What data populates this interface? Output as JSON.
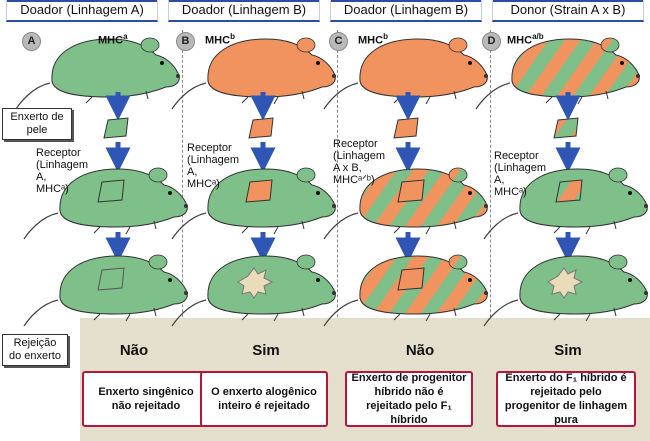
{
  "columns": [
    {
      "letter": "A",
      "header": "Doador (Linhagem A)",
      "mhc_base": "MHC",
      "mhc_sup": "a",
      "receptor": "Receptor\n(Linhagem\nA,\nMHCᵃ)",
      "answer": "Não",
      "outcome": "Enxerto singênico não rejeitado"
    },
    {
      "letter": "B",
      "header": "Doador (Linhagem B)",
      "mhc_base": "MHC",
      "mhc_sup": "b",
      "receptor": "Receptor\n(Linhagem\nA,\nMHCᵃ)",
      "answer": "Sim",
      "outcome": "O enxerto alogênico inteiro é rejeitado"
    },
    {
      "letter": "C",
      "header": "Doador (Linhagem B)",
      "mhc_base": "MHC",
      "mhc_sup": "b",
      "receptor": "Receptor\n(Linhagem\nA x B,\nMHCᵃᐟᵇ)",
      "answer": "Não",
      "outcome": "Enxerto de progenitor híbrido não é rejeitado pelo F₁ híbrido"
    },
    {
      "letter": "D",
      "header": "Donor (Strain A x B)",
      "mhc_base": "MHC",
      "mhc_sup": "a/b",
      "receptor": "Receptor\n(Linhagem\nA,\nMHCᵃ)",
      "answer": "Sim",
      "outcome": "Enxerto do F₁ híbrido é rejeitado pelo progenitor de linhagem pura"
    }
  ],
  "labels": {
    "skin_graft": "Enxerto de pele",
    "rejection": "Rejeição do enxerto"
  },
  "colors": {
    "green": "#7fbf8a",
    "orange": "#f0935e",
    "arrow": "#2f56b5",
    "band": "#e4dfcc",
    "outcome_border": "#b5163c",
    "lesion": "#eadcb8"
  }
}
